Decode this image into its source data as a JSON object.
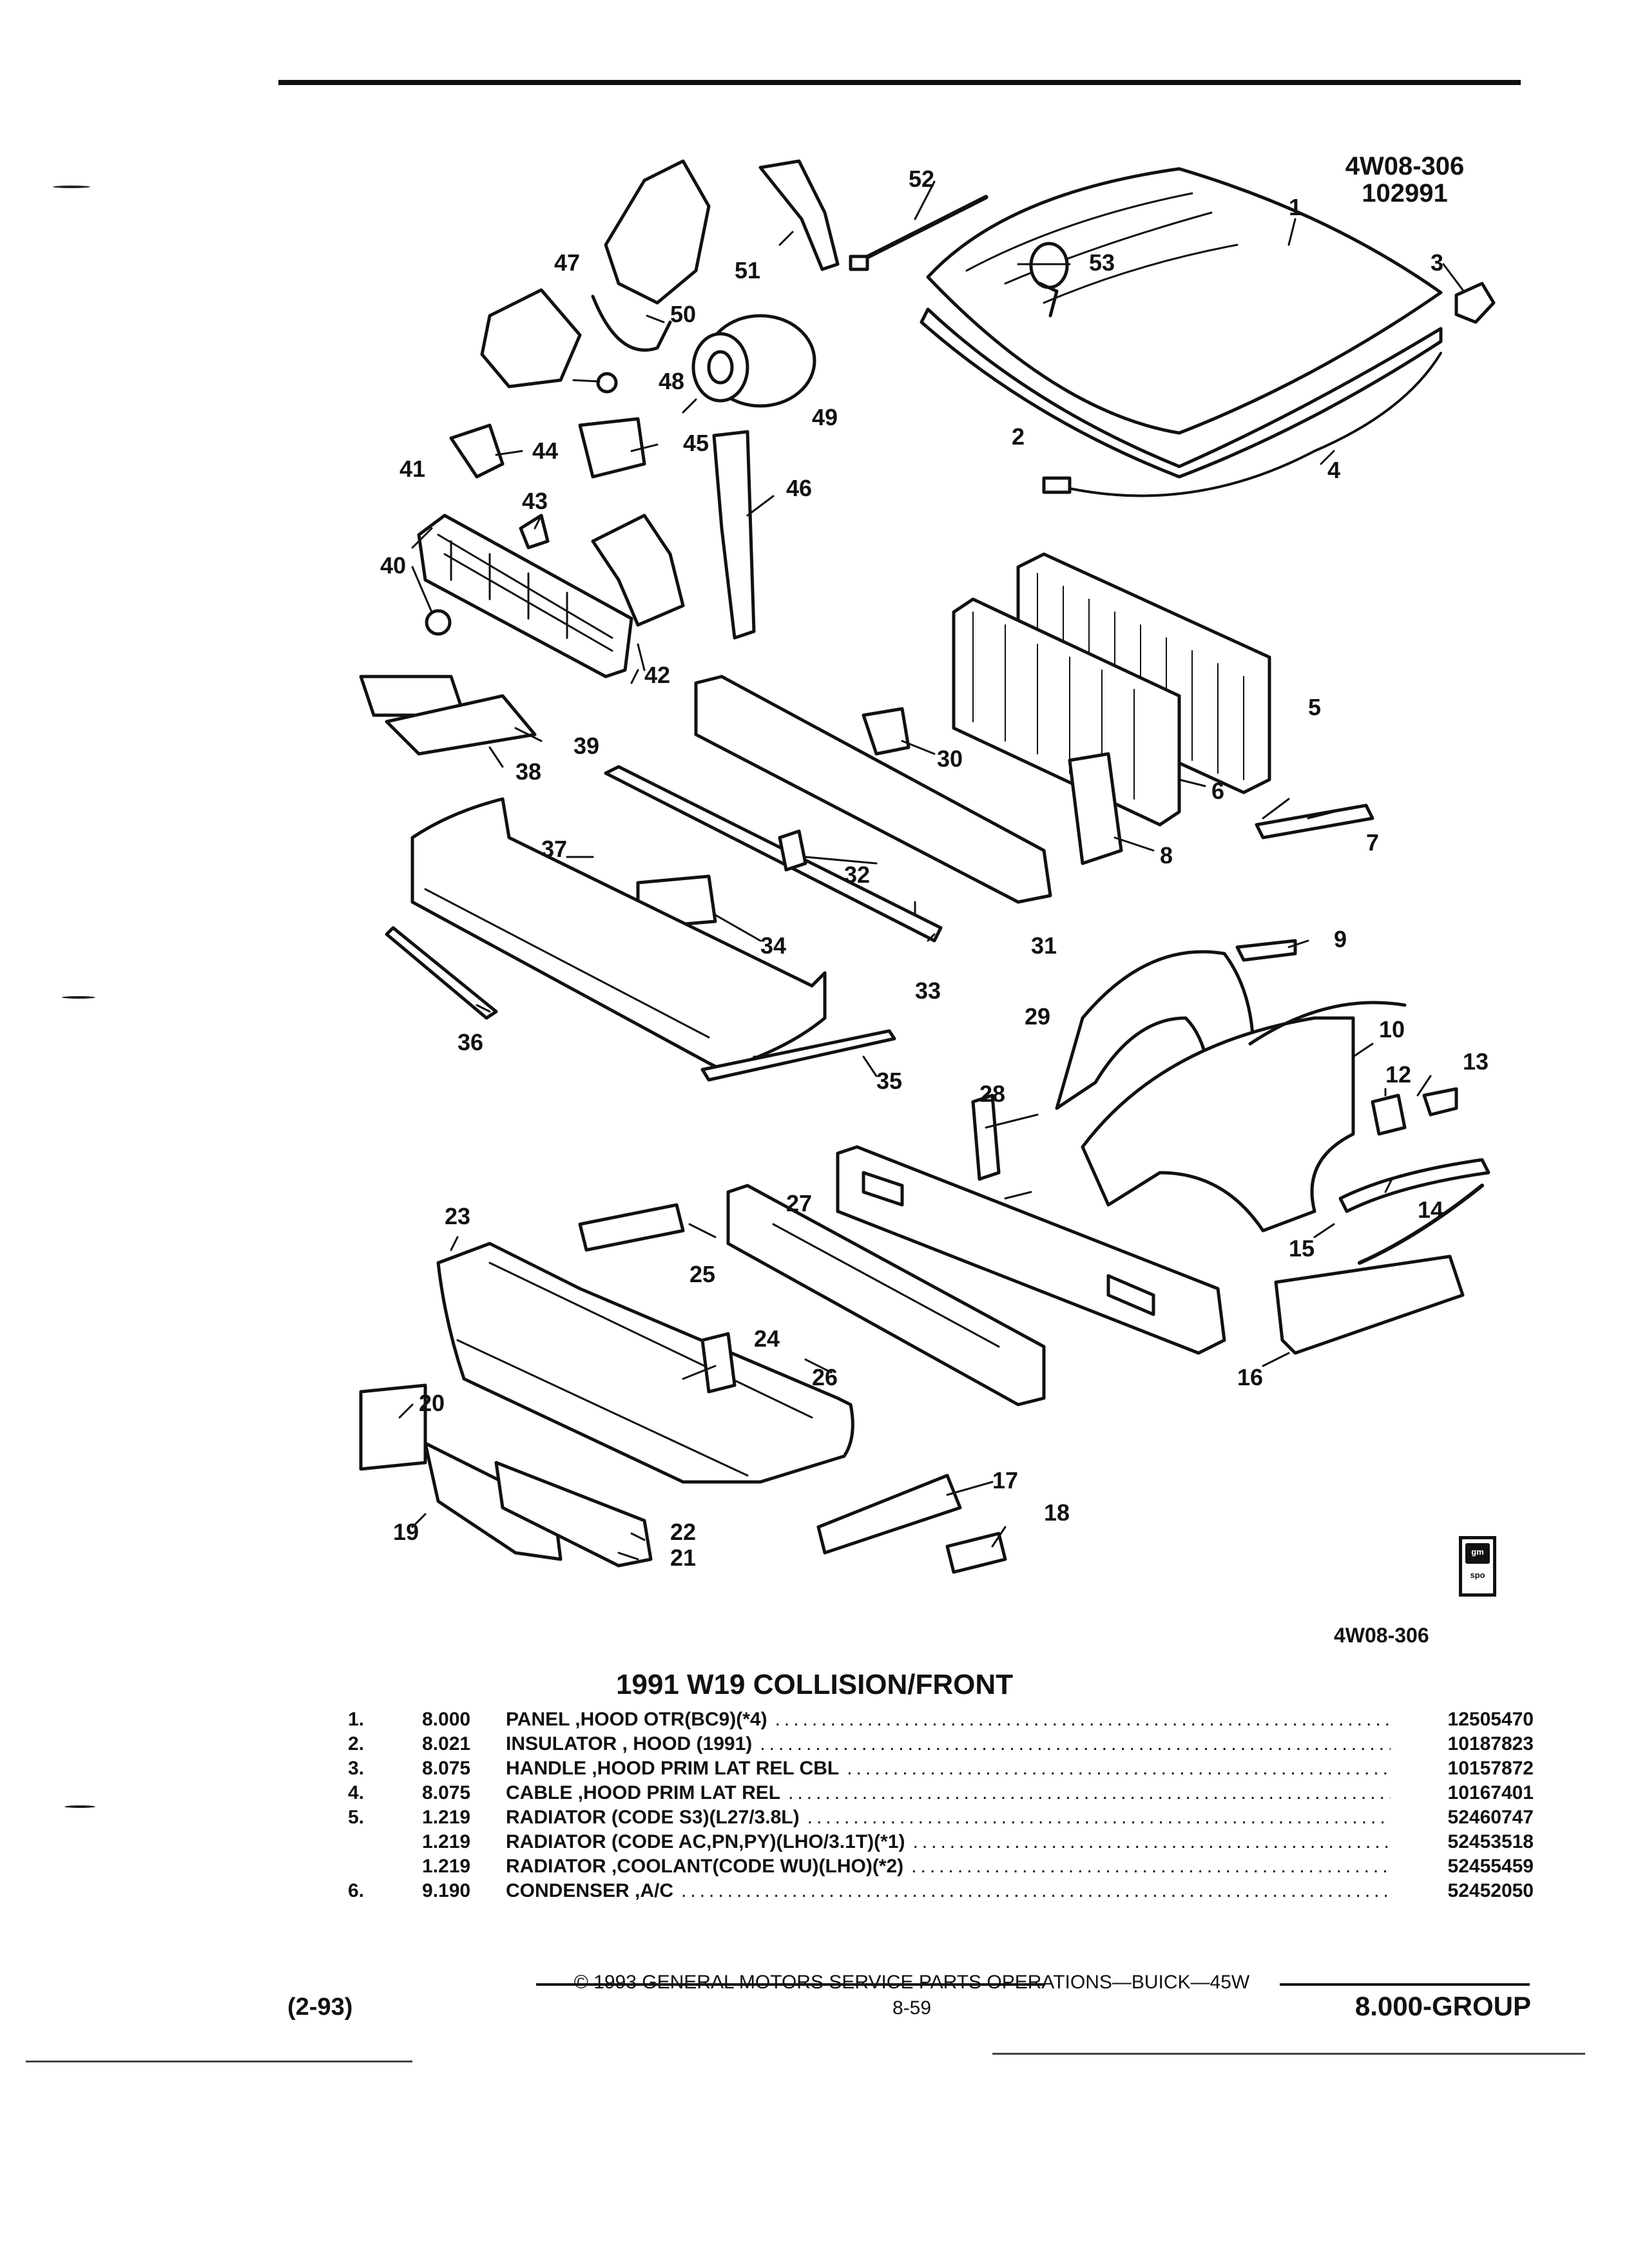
{
  "header": {
    "illustration_code": "4W08-306",
    "date_code": "102991",
    "illustration_code_bottom": "4W08-306",
    "logo_text_top": "gm",
    "logo_text_bottom": "spo"
  },
  "callouts": [
    "1",
    "2",
    "3",
    "4",
    "5",
    "6",
    "7",
    "8",
    "9",
    "10",
    "12",
    "13",
    "14",
    "15",
    "16",
    "17",
    "18",
    "19",
    "20",
    "21",
    "22",
    "23",
    "24",
    "25",
    "26",
    "27",
    "28",
    "29",
    "30",
    "31",
    "32",
    "33",
    "34",
    "35",
    "36",
    "37",
    "38",
    "39",
    "40",
    "41",
    "42",
    "43",
    "44",
    "45",
    "46",
    "47",
    "48",
    "49",
    "50",
    "51",
    "52",
    "53"
  ],
  "title": "1991 W19 COLLISION/FRONT",
  "parts": [
    {
      "index": "1.",
      "group": "8.000",
      "description": "PANEL ,HOOD OTR(BC9)(*4)",
      "part_number": "12505470"
    },
    {
      "index": "2.",
      "group": "8.021",
      "description": "INSULATOR , HOOD (1991)",
      "part_number": "10187823"
    },
    {
      "index": "3.",
      "group": "8.075",
      "description": "HANDLE ,HOOD PRIM LAT REL CBL",
      "part_number": "10157872"
    },
    {
      "index": "4.",
      "group": "8.075",
      "description": "CABLE ,HOOD PRIM LAT REL",
      "part_number": "10167401"
    },
    {
      "index": "5.",
      "group": "1.219",
      "description": "RADIATOR (CODE S3)(L27/3.8L)",
      "part_number": "52460747"
    },
    {
      "index": "",
      "group": "1.219",
      "description": "RADIATOR (CODE AC,PN,PY)(LHO/3.1T)(*1)",
      "part_number": "52453518"
    },
    {
      "index": "",
      "group": "1.219",
      "description": "RADIATOR ,COOLANT(CODE WU)(LHO)(*2)",
      "part_number": "52455459"
    },
    {
      "index": "6.",
      "group": "9.190",
      "description": "CONDENSER ,A/C",
      "part_number": "52452050"
    }
  ],
  "footer": {
    "edition": "(2-93)",
    "copyright": "© 1993 GENERAL MOTORS SERVICE PARTS OPERATIONS—BUICK—45W",
    "page": "8-59",
    "group": "8.000-GROUP"
  }
}
